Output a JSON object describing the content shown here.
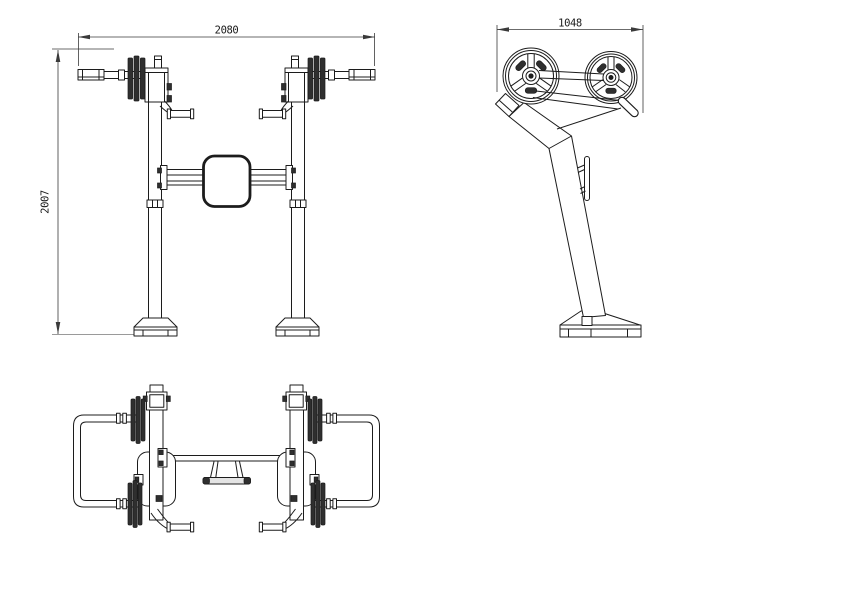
{
  "drawing": {
    "colors": {
      "background": "#ffffff",
      "line": "#1c1c1c",
      "dim_line": "#3a3a3a",
      "dark_fill": "#2f2f2f",
      "light_fill": "#e4e4e4",
      "ground_line": "#9a9a9a",
      "text": "#1a1a1a"
    },
    "views": {
      "front": {
        "dim_width": "2080",
        "dim_height": "2007"
      },
      "side": {
        "dim_width": "1048"
      },
      "top": {}
    }
  }
}
